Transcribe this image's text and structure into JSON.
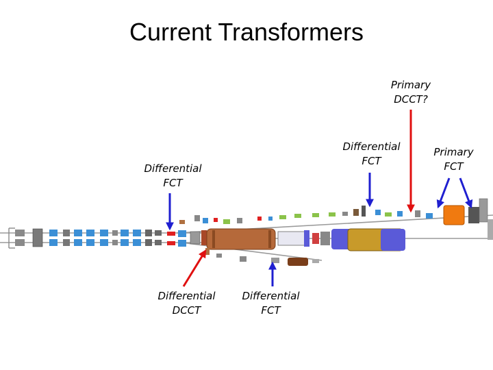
{
  "title": "Current Transformers",
  "labels": {
    "primary_dcct": [
      "Primary",
      "DCCT?"
    ],
    "differential_fct_top": [
      "Differential",
      "FCT"
    ],
    "primary_fct": [
      "Primary",
      "FCT"
    ],
    "differential_fct_left": [
      "Differential",
      "FCT"
    ],
    "differential_dcct": [
      "Differential",
      "DCCT"
    ],
    "differential_fct_bottom": [
      "Differential",
      "FCT"
    ]
  },
  "colors": {
    "arrow_blue": "#1f1fd0",
    "arrow_red": "#e01010",
    "beamline": "#9a9a9a",
    "brown_tank": "#b5693a",
    "gold_tank": "#c89a2a",
    "blue_tank": "#5a5ad8",
    "orange_device": "#f07a10",
    "quad_blue": "#3b8fd6"
  }
}
